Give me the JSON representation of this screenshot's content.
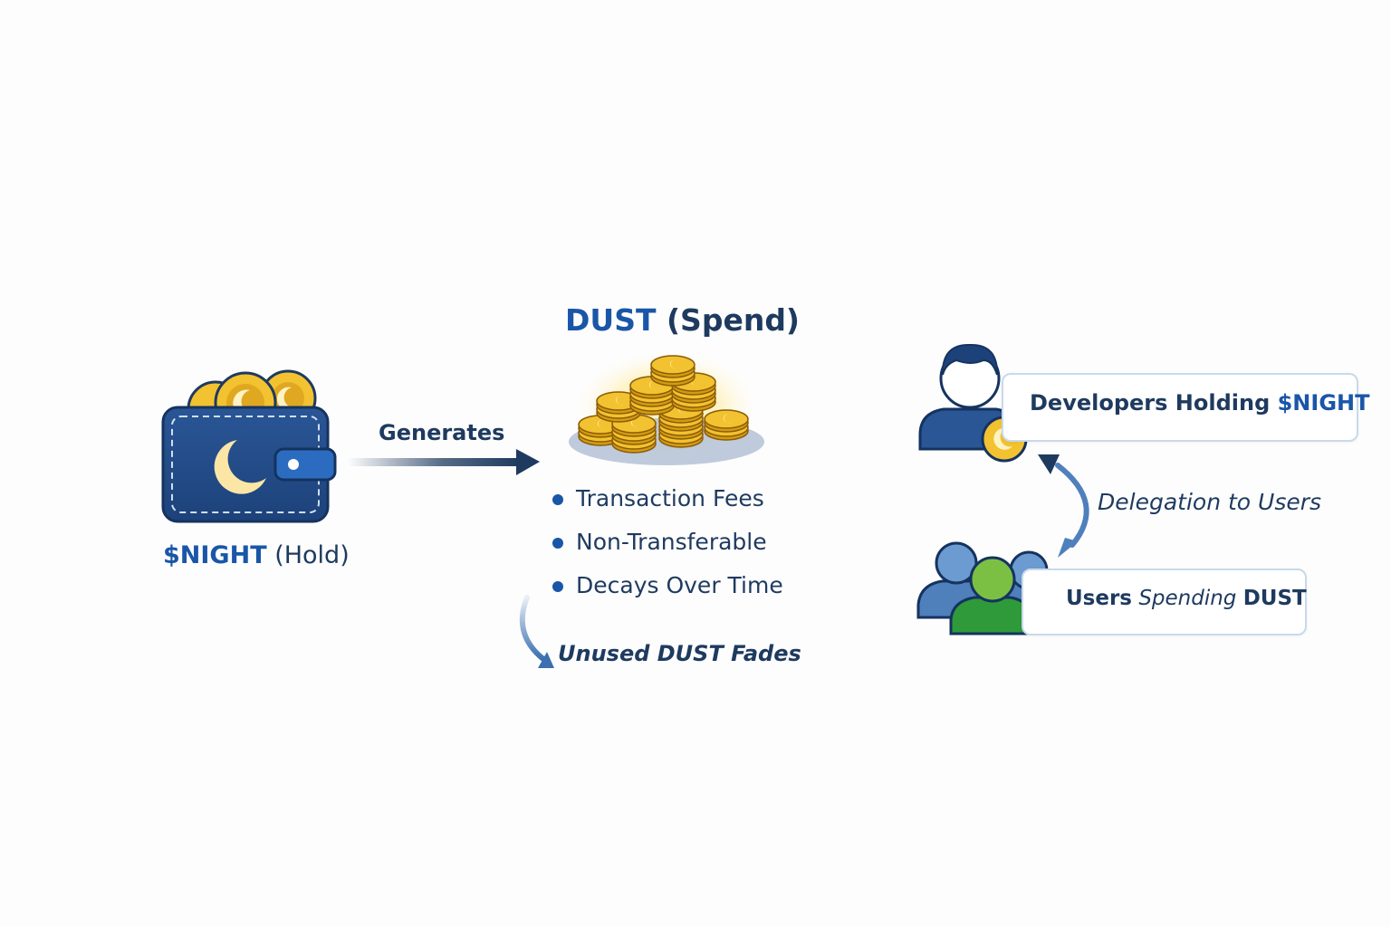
{
  "wallet": {
    "label_highlight": "$NIGHT",
    "label_rest": "(Hold)"
  },
  "flow": {
    "generates_label": "Generates"
  },
  "dust": {
    "title_highlight": "DUST",
    "title_rest": "(Spend)",
    "properties": [
      "Transaction Fees",
      "Non-Transferable",
      "Decays Over Time"
    ],
    "fade_label": "Unused DUST Fades"
  },
  "delegation": {
    "developers_prefix": "Developers Holding",
    "developers_highlight": "$NIGHT",
    "arrow_label": "Delegation to Users",
    "users_bold": "Users",
    "users_italic": "Spending",
    "users_end": "DUST"
  },
  "colors": {
    "navy": "#1e3a5f",
    "accent_blue": "#1a56a8",
    "coin_gold": "#f2c230",
    "user_green": "#7bc043",
    "user_blue": "#6b9bd1"
  }
}
